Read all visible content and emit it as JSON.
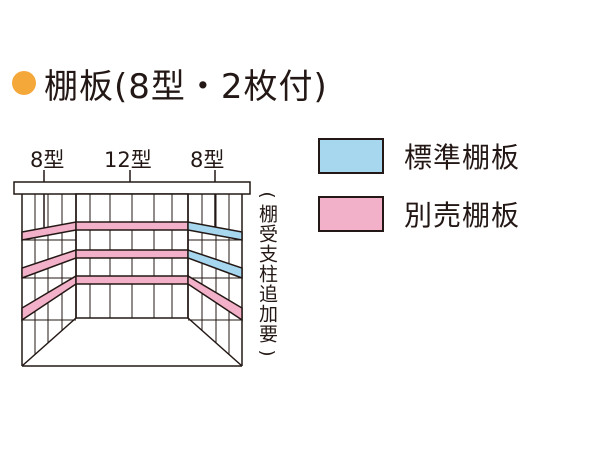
{
  "title": {
    "text": "棚板(8型・2枚付)",
    "bullet_color": "#f4a83a"
  },
  "diagram": {
    "width_labels": [
      "8型",
      "12型",
      "8型"
    ],
    "side_note": "棚受支柱追加要",
    "paren_open": "(",
    "paren_close": ")"
  },
  "legend": [
    {
      "label": "標準棚板",
      "color": "#a7d7ef"
    },
    {
      "label": "別売棚板",
      "color": "#f2b1c8"
    }
  ]
}
